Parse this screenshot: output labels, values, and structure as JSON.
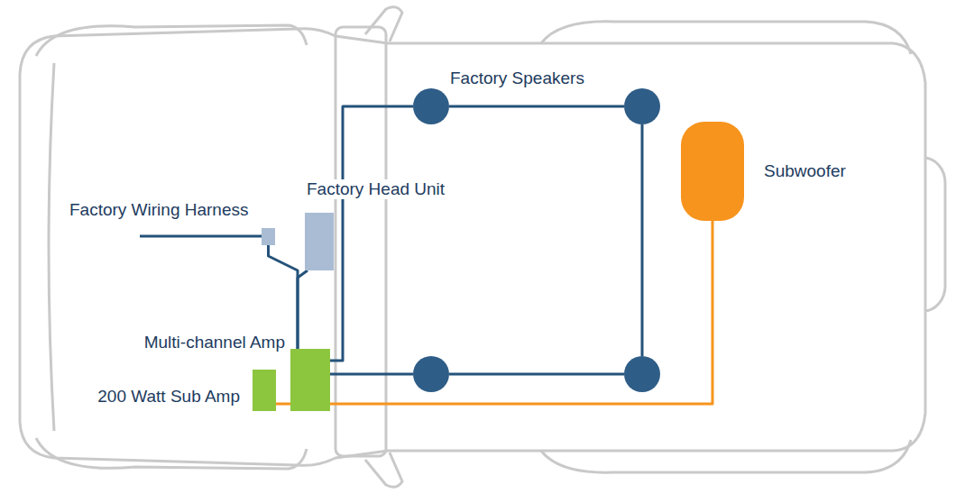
{
  "diagram": {
    "nodes": [
      {
        "text": [
          "Factory Wiring Harness"
        ]
      },
      {
        "text": [
          "Factory Head Unit"
        ]
      },
      {
        "text": [
          "Multi-channel Amp"
        ]
      },
      {
        "text": [
          "200 Watt Sub Amp"
        ]
      },
      {
        "text": [
          "Factory Speakers"
        ]
      },
      {
        "text": []
      },
      {
        "text": []
      },
      {
        "text": []
      },
      {
        "text": [
          "Subwoofer"
        ]
      }
    ],
    "edges": [
      {
        "from": 0,
        "to": 2,
        "arrow": "none"
      },
      {
        "from": 1,
        "to": 2,
        "arrow": "none"
      },
      {
        "from": 2,
        "to": 4,
        "arrow": "none"
      },
      {
        "from": 2,
        "to": 6,
        "arrow": "none"
      },
      {
        "from": 4,
        "to": 5,
        "arrow": "none"
      },
      {
        "from": 5,
        "to": 7,
        "arrow": "none"
      },
      {
        "from": 6,
        "to": 7,
        "arrow": "none"
      },
      {
        "from": 3,
        "to": 8,
        "arrow": "none"
      }
    ]
  }
}
